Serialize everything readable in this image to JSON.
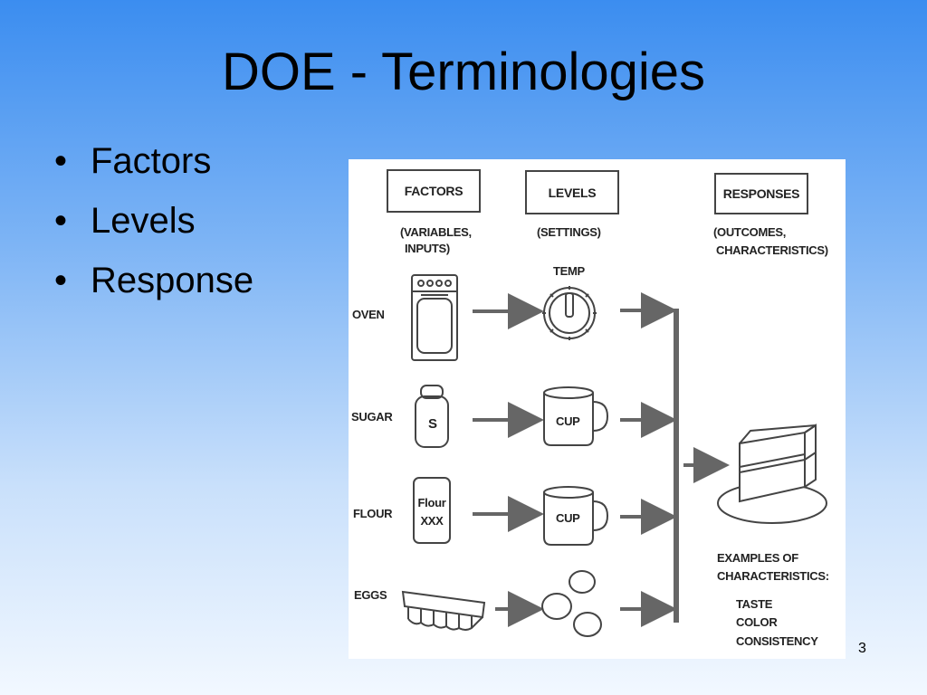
{
  "slide": {
    "title": "DOE - Terminologies",
    "bullets": [
      "Factors",
      "Levels",
      "Response"
    ],
    "page_number": "3"
  },
  "diagram": {
    "headers": {
      "factors": "FACTORS",
      "levels": "LEVELS",
      "responses": "RESPONSES"
    },
    "subtitles": {
      "factors": [
        "(VARIABLES,",
        "INPUTS)"
      ],
      "levels": "(SETTINGS)",
      "responses": [
        "(OUTCOMES,",
        "CHARACTERISTICS)"
      ]
    },
    "rows": {
      "oven": "OVEN",
      "sugar": "SUGAR",
      "flour": "FLOUR",
      "eggs": "EGGS"
    },
    "icon_text": {
      "temp": "TEMP",
      "sugar_jar": "S",
      "flour_bag": [
        "Flour",
        "XXX"
      ],
      "cup1": "CUP",
      "cup2": "CUP"
    },
    "characteristics": {
      "heading": [
        "EXAMPLES OF",
        "CHARACTERISTICS:"
      ],
      "items": [
        "TASTE",
        "COLOR",
        "CONSISTENCY"
      ]
    }
  }
}
